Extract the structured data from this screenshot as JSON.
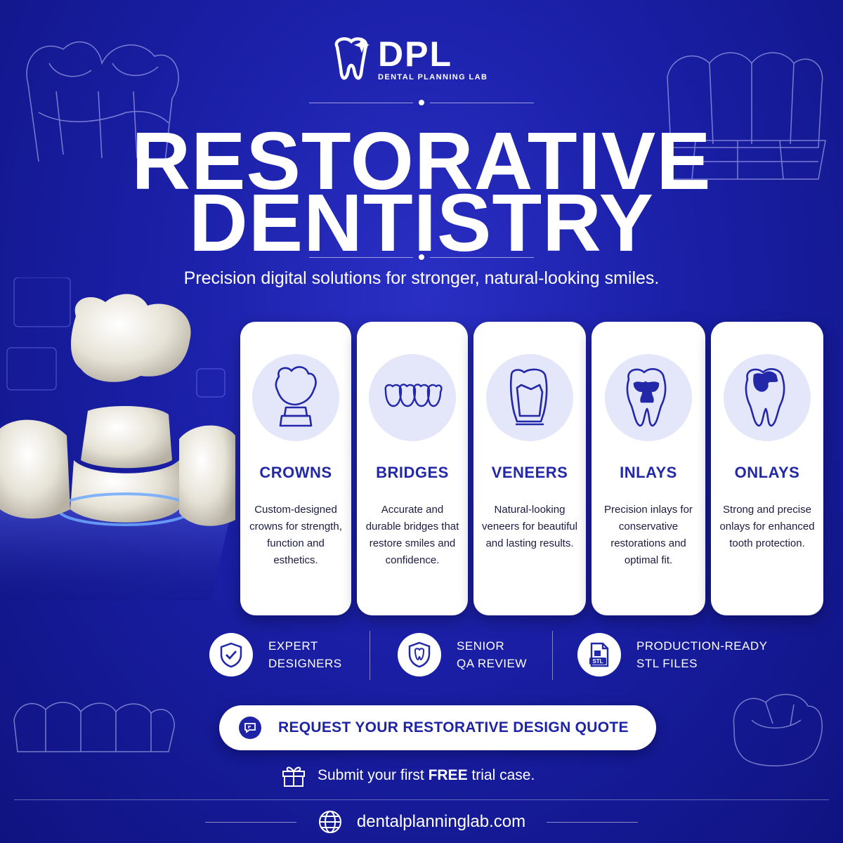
{
  "brand": {
    "name": "DPL",
    "subtitle": "DENTAL PLANNING LAB"
  },
  "headline": {
    "line1": "RESTORATIVE",
    "line2": "DENTISTRY"
  },
  "subtitle": "Precision digital solutions for stronger, natural-looking smiles.",
  "services": [
    {
      "title": "CROWNS",
      "description": "Custom-designed crowns for strength, function and esthetics.",
      "icon": "crown-icon"
    },
    {
      "title": "BRIDGES",
      "description": "Accurate and durable bridges that restore smiles and confidence.",
      "icon": "bridge-icon"
    },
    {
      "title": "VENEERS",
      "description": "Natural-looking veneers for beautiful and lasting results.",
      "icon": "veneer-icon"
    },
    {
      "title": "INLAYS",
      "description": "Precision inlays for conservative restorations and optimal fit.",
      "icon": "inlay-icon"
    },
    {
      "title": "ONLAYS",
      "description": "Strong and precise onlays for enhanced tooth protection.",
      "icon": "onlay-icon"
    }
  ],
  "features": [
    {
      "line1": "EXPERT",
      "line2": "DESIGNERS",
      "icon": "shield-check-icon"
    },
    {
      "line1": "SENIOR",
      "line2": "QA REVIEW",
      "icon": "shield-tooth-icon"
    },
    {
      "line1": "PRODUCTION-READY",
      "line2": "STL FILES",
      "icon": "stl-file-icon",
      "icon_text": "STL"
    }
  ],
  "cta": {
    "label": "REQUEST YOUR RESTORATIVE DESIGN QUOTE",
    "icon": "chat-icon"
  },
  "trial": {
    "prefix": "Submit your first",
    "emphasis": "FREE",
    "suffix": "trial case.",
    "icon": "gift-icon"
  },
  "footer": {
    "url": "dentalplanninglab.com",
    "icon": "globe-icon"
  },
  "colors": {
    "background": "#1a1fa6",
    "accent": "#2228a8",
    "card": "#ffffff",
    "icon_circle": "#e4e6fa"
  }
}
